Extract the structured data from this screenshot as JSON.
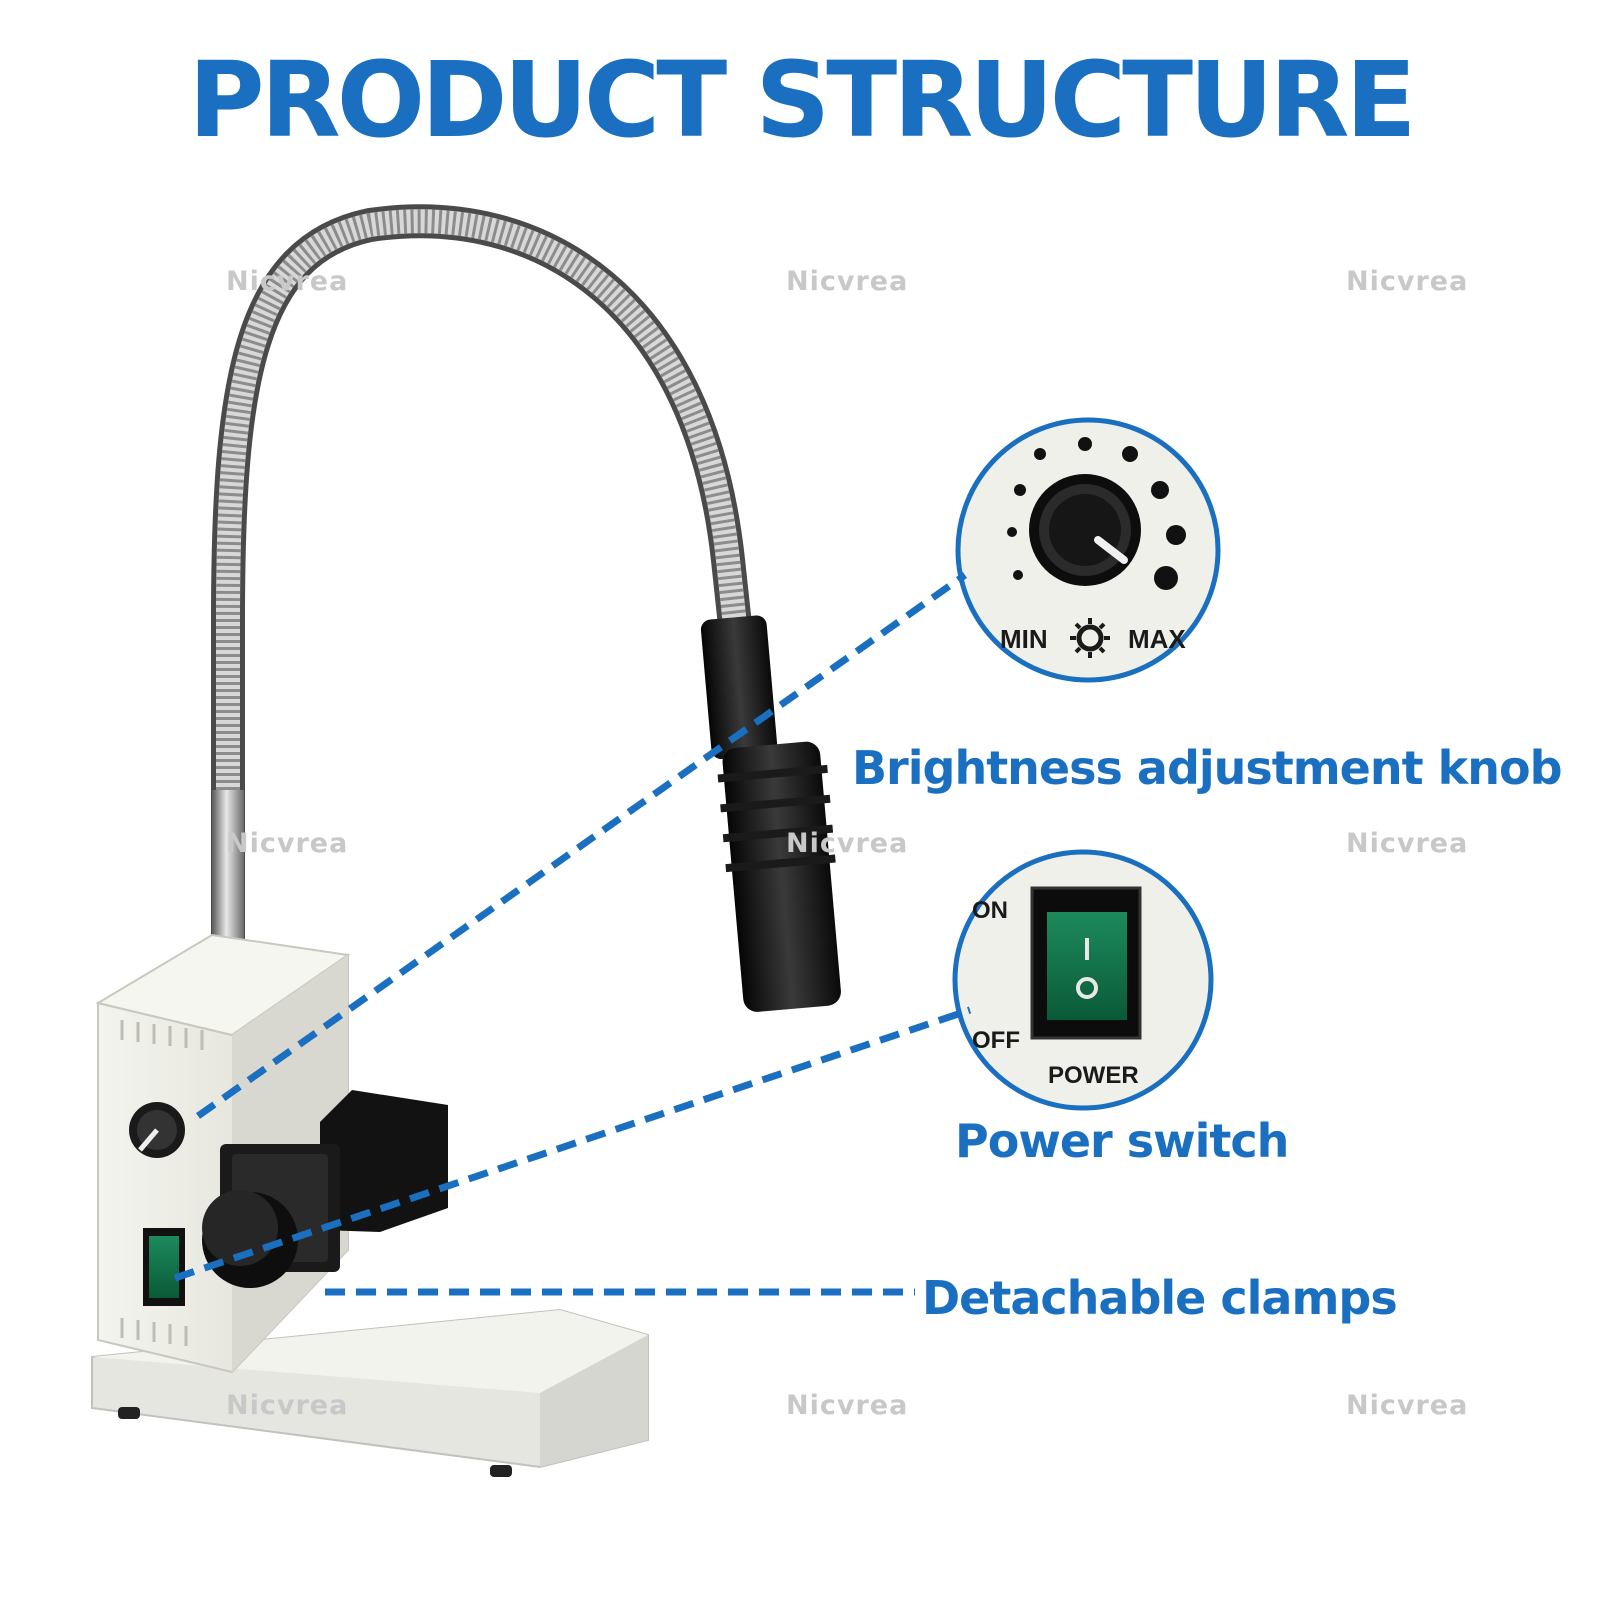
{
  "title": "PRODUCT STRUCTURE",
  "watermark": "Nicvrea",
  "callouts": {
    "brightness": "Brightness adjustment knob",
    "power": "Power switch",
    "clamps": "Detachable clamps"
  },
  "brightness_inset": {
    "min_label": "MIN",
    "max_label": "MAX"
  },
  "power_inset": {
    "on_label": "ON",
    "off_label": "OFF",
    "switch_caption": "POWER"
  },
  "colors": {
    "accent": "#1a6fc0",
    "switch_green": "#0f6e48",
    "body": "#ecece6"
  }
}
